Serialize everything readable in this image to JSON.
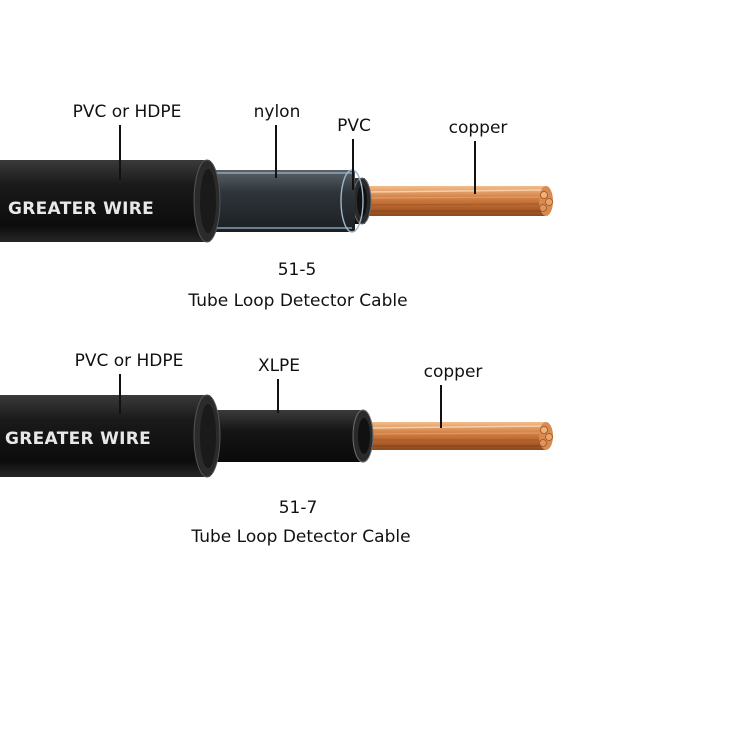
{
  "colors": {
    "jacket": "#141414",
    "copper": "#c8763e",
    "copper_light": "#f0b57e",
    "nylon": "#2c3136",
    "label_text": "#111111",
    "brand_text": "#e8e8e8"
  },
  "cables": [
    {
      "brand": "GREATER WIRE",
      "model": "51-5",
      "title": "Tube Loop Detector Cable",
      "layers": {
        "outer": "PVC or HDPE",
        "middle": "nylon",
        "inner": "PVC",
        "core": "copper"
      }
    },
    {
      "brand": "GREATER WIRE",
      "model": "51-7",
      "title": "Tube Loop Detector Cable",
      "layers": {
        "outer": "PVC or HDPE",
        "inner": "XLPE",
        "core": "copper"
      }
    }
  ]
}
